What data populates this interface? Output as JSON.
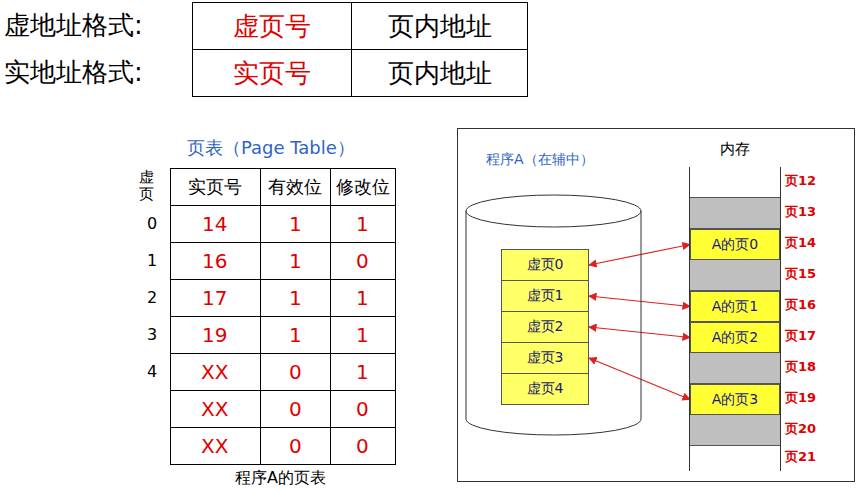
{
  "diagram": {
    "caption": "程序A的页表",
    "nodes": [
      {
        "text": [
          "虚页号"
        ]
      },
      {
        "text": [
          "页内地址"
        ]
      },
      {
        "text": [
          "实页号"
        ]
      },
      {
        "text": [
          "页内地址"
        ]
      },
      {
        "text": [
          "程序A（在辅中）"
        ]
      },
      {
        "text": [
          "虚页0"
        ],
        "in": 4
      },
      {
        "text": [
          "虚页1"
        ],
        "in": 4
      },
      {
        "text": [
          "虚页2"
        ],
        "in": 4
      },
      {
        "text": [
          "虚页3"
        ],
        "in": 4
      },
      {
        "text": [
          "虚页4"
        ],
        "in": 4
      },
      {
        "text": [
          "内存"
        ],
        "in": 4
      },
      {
        "text": [
          "A的页0"
        ],
        "in": 10
      },
      {
        "text": [
          "A的页1"
        ],
        "in": 10
      },
      {
        "text": [
          "A的页2"
        ],
        "in": 10
      },
      {
        "text": [
          "A的页3"
        ],
        "in": 10
      }
    ],
    "edges": [
      {
        "from": 5,
        "to": 11,
        "arrow": "both"
      },
      {
        "from": 6,
        "to": 12,
        "arrow": "both"
      },
      {
        "from": 7,
        "to": 13,
        "arrow": "both"
      },
      {
        "from": 8,
        "to": 14,
        "arrow": "both"
      }
    ],
    "labels": [
      "虚地址格式:",
      "实地址格式:",
      "页表（Page Table）",
      "虚页",
      "实页号",
      "有效位",
      "修改位",
      "0",
      "1",
      "2",
      "3",
      "4",
      "14",
      "1",
      "1",
      "16",
      "1",
      "0",
      "17",
      "1",
      "1",
      "19",
      "1",
      "1",
      "XX",
      "0",
      "1",
      "XX",
      "0",
      "0",
      "XX",
      "0",
      "0",
      "页12",
      "页13",
      "页14",
      "页15",
      "页16",
      "页17",
      "页18",
      "页19",
      "页20",
      "页21"
    ]
  }
}
